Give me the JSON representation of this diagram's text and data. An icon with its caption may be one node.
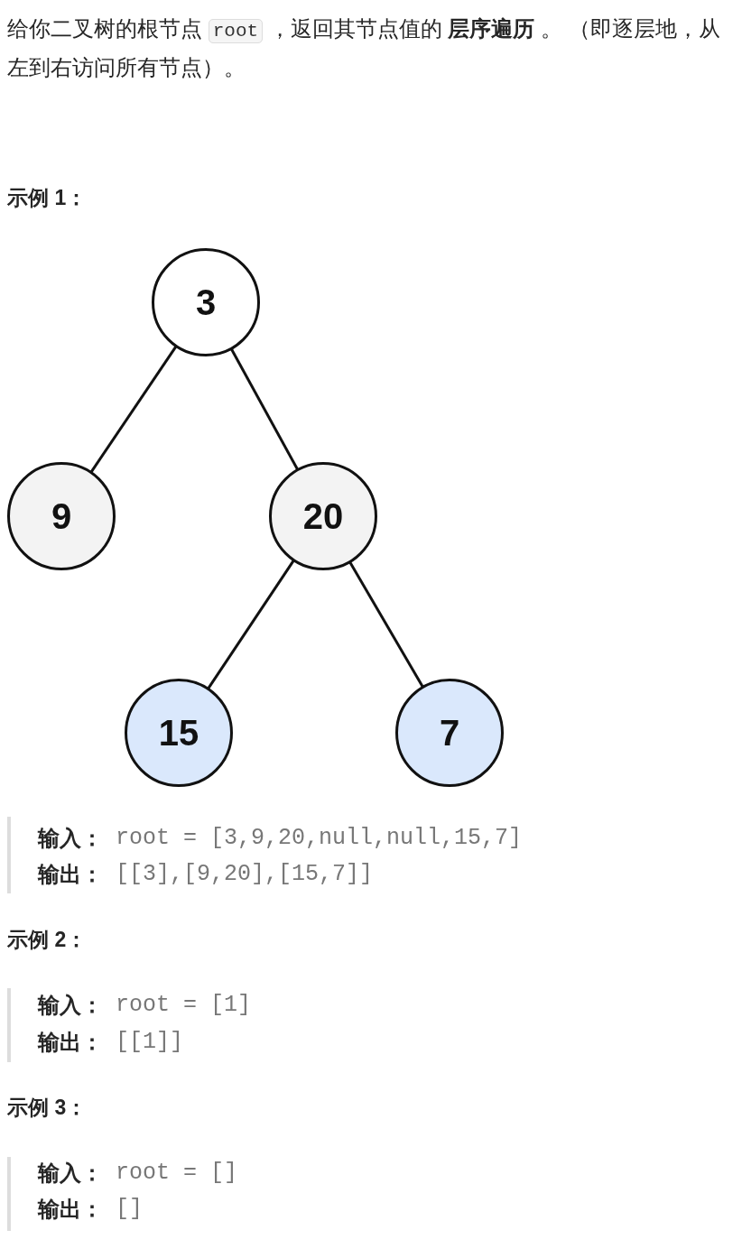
{
  "diagram": {
    "nodes": [
      {
        "text": [
          "3"
        ]
      },
      {
        "text": [
          "9"
        ]
      },
      {
        "text": [
          "20"
        ]
      },
      {
        "text": [
          "15"
        ]
      },
      {
        "text": [
          "7"
        ]
      }
    ],
    "edges": [
      {
        "from": 0,
        "to": 1,
        "arrow": "none"
      },
      {
        "from": 0,
        "to": 2,
        "arrow": "none"
      },
      {
        "from": 2,
        "to": 3,
        "arrow": "none"
      },
      {
        "from": 2,
        "to": 4,
        "arrow": "none"
      }
    ],
    "labels": [
      "给你二叉树的根节点",
      "root",
      "，返回其节点值的 **层序遍历** 。 （即逐层地，从左到右访问所有节点）。",
      "示例 1：",
      "输入：",
      "root = [3,9,20,null,null,15,7]",
      "输出：",
      "[[3],[9,20],[15,7]]",
      "示例 2：",
      "输入：",
      "root = [1]",
      "输出：",
      "[[1]]",
      "示例 3：",
      "输入：",
      "root = []",
      "输出：",
      "[]"
    ]
  }
}
